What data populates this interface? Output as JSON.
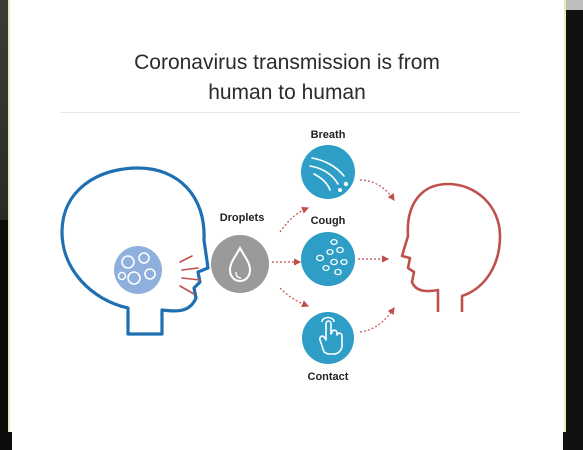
{
  "title": {
    "line1": "Coronavirus transmission is from",
    "line2": "human to human"
  },
  "nodes": {
    "droplets": "Droplets",
    "breath": "Breath",
    "cough": "Cough",
    "contact": "Contact"
  },
  "colors": {
    "source_head": "#1f6fb2",
    "target_head": "#c0504d",
    "teal": "#2e9ec7",
    "gray": "#9a9a9a",
    "virus": "#8fb0dd",
    "arrow": "#c0504d"
  },
  "icons": {
    "source": "head-profile-blue-icon",
    "virus": "virus-cluster-icon",
    "droplets": "droplet-icon",
    "breath": "breath-icon",
    "cough": "cough-spray-icon",
    "contact": "touch-hand-icon",
    "target": "head-profile-red-icon"
  }
}
